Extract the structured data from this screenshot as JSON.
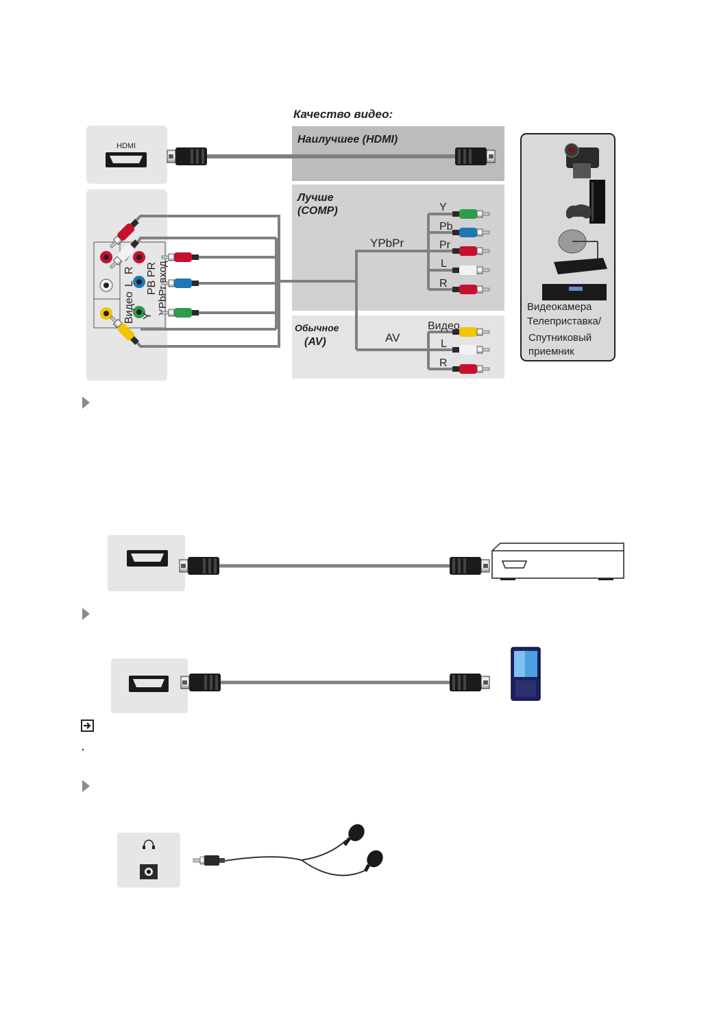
{
  "quality": {
    "heading": "Качество видео:",
    "best": "Наилучшее (HDMI)",
    "better_line1": "Лучше",
    "better_line2": "(COMP)",
    "normal_line1": "Обычное",
    "normal_line2": "(AV)"
  },
  "panel": {
    "hdmi_label": "HDMI",
    "audio_l": "L",
    "audio_r": "R",
    "video": "Видео",
    "pb_pr": "PB  PR",
    "y": "Y",
    "ypbpr_in": "YPbPr вход"
  },
  "cables": {
    "ypbpr": "YPbPr",
    "av": "AV",
    "y": "Y",
    "pb": "Pb",
    "pr": "Pr",
    "l": "L",
    "r": "R",
    "video": "Видео",
    "l2": "L",
    "r2": "R"
  },
  "devices": {
    "line1": "Видеокамера",
    "line2": "Телеприставка/",
    "line3": "Спутниковый",
    "line4": "приемник"
  },
  "colors": {
    "panel_bg": "#e7e6e6",
    "band_bg": "#d1d1d1",
    "hdmi_band": "#bcbcbc",
    "cable": "#808080",
    "plug_red": "#c8102e",
    "plug_blue": "#1f78b4",
    "plug_green": "#2e9c4a",
    "plug_yellow": "#f2c500",
    "plug_white": "#f2f2f2"
  },
  "icons": [
    "play-arrow-icon",
    "note-icon",
    "headphones-icon",
    "hdmi-port-icon",
    "rca-jack-icon"
  ]
}
